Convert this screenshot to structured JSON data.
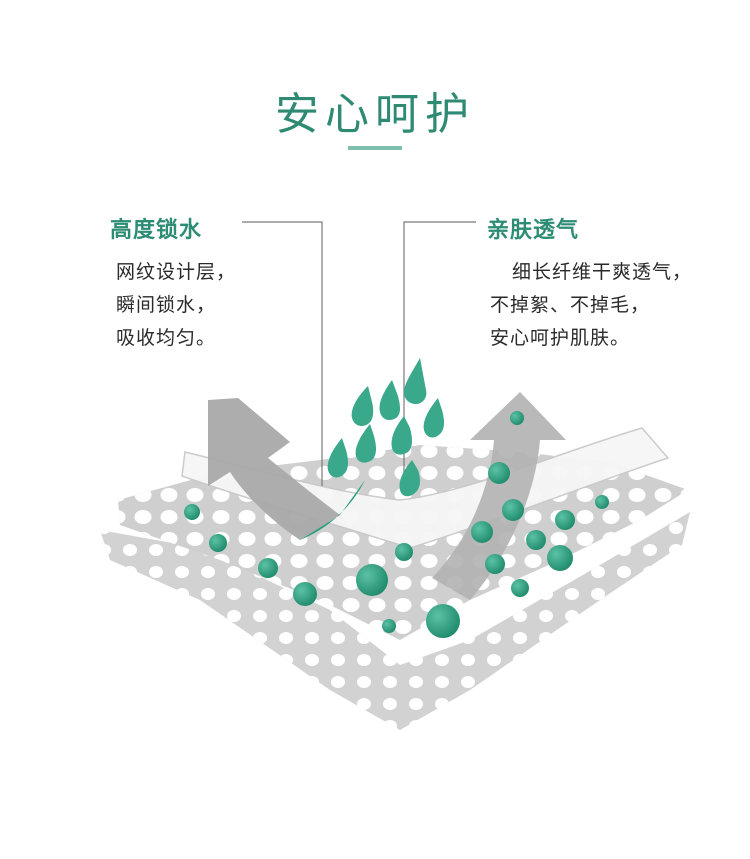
{
  "title": "安心呵护",
  "features": {
    "lock": {
      "title": "高度锁水",
      "lines": [
        "网纹设计层，",
        "瞬间锁水，",
        "吸收均匀。"
      ]
    },
    "breathe": {
      "title": "亲肤透气",
      "lines": [
        "细长纤维干爽透气，",
        "不掉絮、不掉毛，",
        "安心呵护肌肤。"
      ]
    }
  },
  "colors": {
    "accent": "#2f8a74",
    "drop": "#2a9d7f",
    "layer": "#d4d4d4",
    "arrow": "#a9a9a9"
  }
}
